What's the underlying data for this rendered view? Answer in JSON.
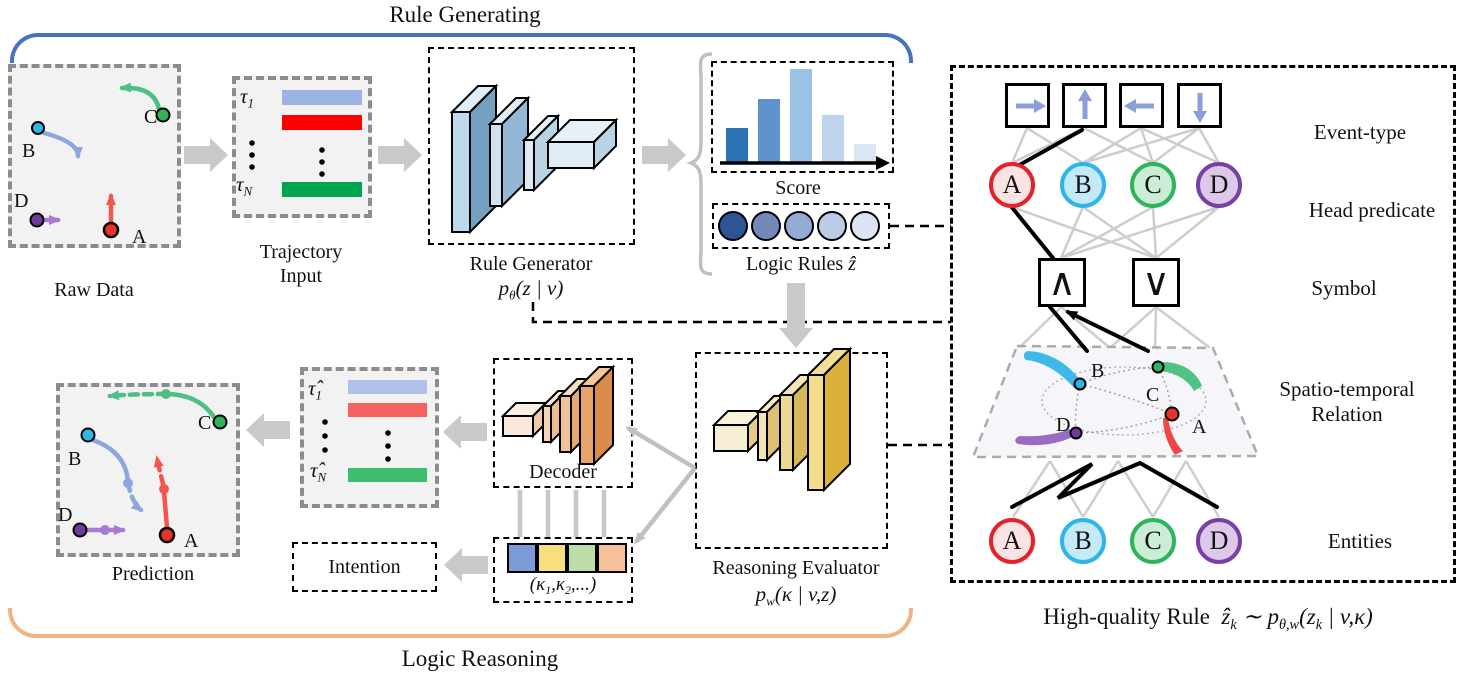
{
  "titles": {
    "top": "Rule Generating",
    "bottom": "Logic Reasoning"
  },
  "colors": {
    "bracket_blue": "#4472C4",
    "bracket_orange": "#F2B384",
    "arrow_gray": "#C9C9C9",
    "agents": {
      "A": {
        "stroke": "#E3222B",
        "fill": "#FAE3E3"
      },
      "B": {
        "stroke": "#2EB5E9",
        "fill": "#C4EAFA"
      },
      "C": {
        "stroke": "#2FB45C",
        "fill": "#CAEDD5"
      },
      "D": {
        "stroke": "#7840A2",
        "fill": "#DCC9EA"
      }
    }
  },
  "raw_data": {
    "label": "Raw Data",
    "agents": [
      "A",
      "B",
      "C",
      "D"
    ]
  },
  "trajectory_input": {
    "label_line1": "Trajectory",
    "label_line2": "Input",
    "tau_first": {
      "base": "τ",
      "sub": "1"
    },
    "tau_last": {
      "base": "τ",
      "sub": "N"
    },
    "bar_colors": [
      "#9DB3E2",
      "#FF0000",
      "#00A64F"
    ]
  },
  "rule_generator": {
    "label": "Rule Generator",
    "formula": {
      "p": "p",
      "sub": "θ",
      "rest": "(z | v)"
    }
  },
  "score": {
    "label": "Score",
    "bar_heights": [
      35,
      64,
      94,
      48,
      19
    ],
    "bar_colors": [
      "#2E74B5",
      "#5E94CB",
      "#9CC3E6",
      "#BDD4EC",
      "#DAE6F4"
    ]
  },
  "logic_rules": {
    "label": "Logic Rules",
    "symbol": "ẑ",
    "circle_colors": [
      "#2F5496",
      "#7189B8",
      "#94ABD4",
      "#BACBE8",
      "#DCE4F4"
    ]
  },
  "reasoning_evaluator": {
    "label": "Reasoning Evaluator",
    "formula": {
      "p": "p",
      "sub": "w",
      "rest": "(κ | v,z)"
    }
  },
  "decoder": {
    "label": "Decoder"
  },
  "intention": {
    "label": "Intention"
  },
  "kappa_vector": {
    "parts": {
      "a": "(κ",
      "s1": "1",
      "b": ",κ",
      "s2": "2",
      "c": ",...)"
    },
    "square_colors": [
      "#7B9BD8",
      "#F7DF7E",
      "#BCDCA8",
      "#F5C09A"
    ]
  },
  "tau_hat": {
    "tau_first": {
      "base": "τ̂",
      "sub": "1"
    },
    "tau_last": {
      "base": "τ̂",
      "sub": "N"
    },
    "bar_colors": [
      "#AEC2E8",
      "#F56060",
      "#3DBD6E"
    ]
  },
  "prediction": {
    "label": "Prediction",
    "agents": [
      "A",
      "B",
      "C",
      "D"
    ]
  },
  "rule_panel": {
    "event_types": [
      "right",
      "up",
      "left",
      "down"
    ],
    "row_labels": {
      "event": "Event-type",
      "head": "Head predicate",
      "symbol": "Symbol",
      "spatio1": "Spatio-temporal",
      "spatio2": "Relation",
      "entities": "Entities"
    },
    "symbols": [
      "∧",
      "∨"
    ],
    "nodes": [
      "A",
      "B",
      "C",
      "D"
    ],
    "plane_labels": [
      "B",
      "C",
      "D",
      "A"
    ],
    "caption": "High-quality Rule",
    "formula": {
      "z": "ẑ",
      "zsub": "k",
      "mid": " ∼ p",
      "msub": "θ,w",
      "open": "(z",
      "osub": "k",
      "close": " | v,κ)"
    }
  }
}
